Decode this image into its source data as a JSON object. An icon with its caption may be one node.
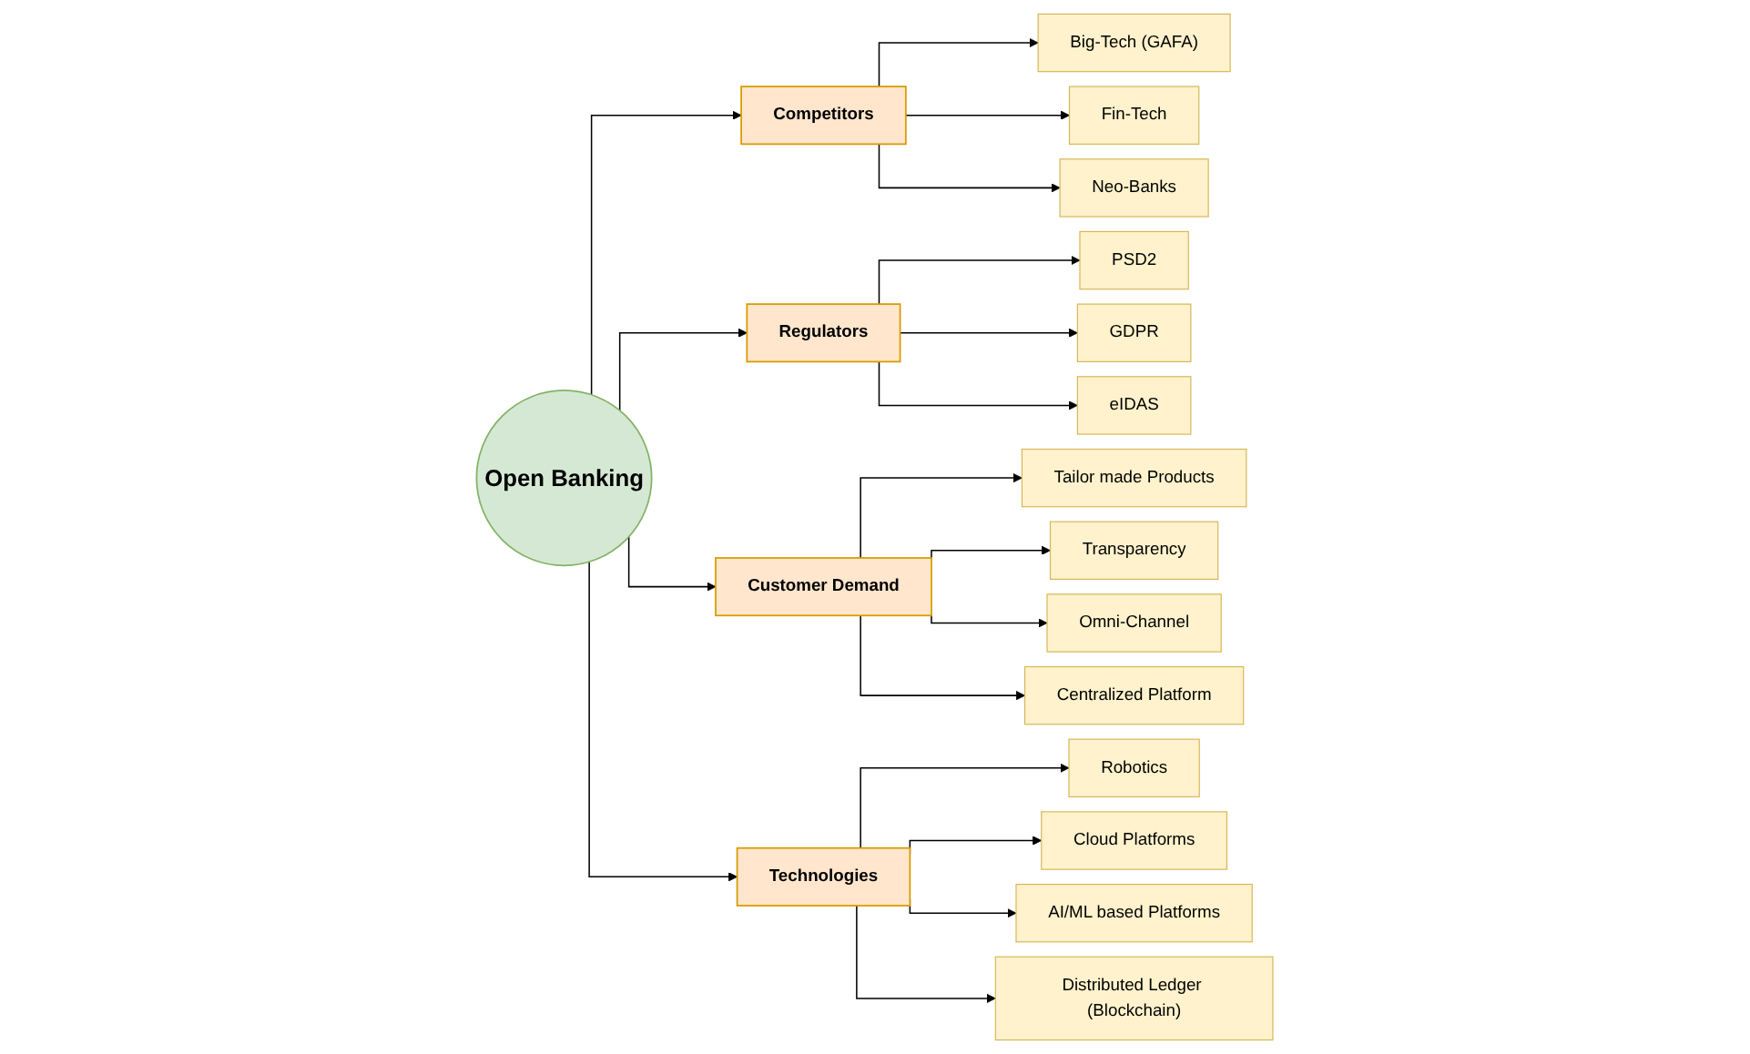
{
  "diagram": {
    "nodes": [
      {
        "text": [
          "Open Banking"
        ]
      },
      {
        "text": [
          "Competitors"
        ]
      },
      {
        "text": [
          "Big-Tech (GAFA)"
        ]
      },
      {
        "text": [
          "Fin-Tech"
        ]
      },
      {
        "text": [
          "Neo-Banks"
        ]
      },
      {
        "text": [
          "Regulators"
        ]
      },
      {
        "text": [
          "PSD2"
        ]
      },
      {
        "text": [
          "GDPR"
        ]
      },
      {
        "text": [
          "eIDAS"
        ]
      },
      {
        "text": [
          "Customer Demand"
        ]
      },
      {
        "text": [
          "Tailor made Products"
        ]
      },
      {
        "text": [
          "Transparency"
        ]
      },
      {
        "text": [
          "Omni-Channel"
        ]
      },
      {
        "text": [
          "Centralized Platform"
        ]
      },
      {
        "text": [
          "Technologies"
        ]
      },
      {
        "text": [
          "Robotics"
        ]
      },
      {
        "text": [
          "Cloud Platforms"
        ]
      },
      {
        "text": [
          "AI/ML based Platforms"
        ]
      },
      {
        "text": [
          "Distributed Ledger (Blockchain)"
        ]
      }
    ],
    "edges": [
      {
        "from": 0,
        "to": 1,
        "arrow": "to"
      },
      {
        "from": 1,
        "to": 2,
        "arrow": "to"
      },
      {
        "from": 1,
        "to": 3,
        "arrow": "to"
      },
      {
        "from": 1,
        "to": 4,
        "arrow": "to"
      },
      {
        "from": 0,
        "to": 5,
        "arrow": "to"
      },
      {
        "from": 5,
        "to": 6,
        "arrow": "to"
      },
      {
        "from": 5,
        "to": 7,
        "arrow": "to"
      },
      {
        "from": 5,
        "to": 8,
        "arrow": "to"
      },
      {
        "from": 0,
        "to": 9,
        "arrow": "to"
      },
      {
        "from": 9,
        "to": 10,
        "arrow": "to"
      },
      {
        "from": 9,
        "to": 11,
        "arrow": "to"
      },
      {
        "from": 9,
        "to": 12,
        "arrow": "to"
      },
      {
        "from": 9,
        "to": 13,
        "arrow": "to"
      },
      {
        "from": 0,
        "to": 14,
        "arrow": "to"
      },
      {
        "from": 14,
        "to": 15,
        "arrow": "to"
      },
      {
        "from": 14,
        "to": 16,
        "arrow": "to"
      },
      {
        "from": 14,
        "to": 17,
        "arrow": "to"
      },
      {
        "from": 14,
        "to": 18,
        "arrow": "to"
      }
    ]
  }
}
